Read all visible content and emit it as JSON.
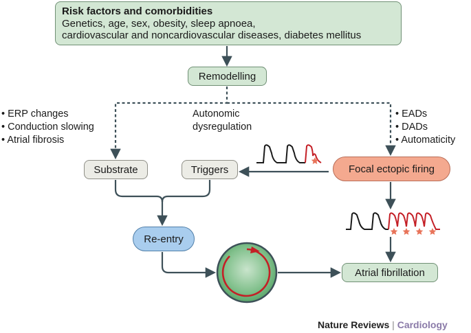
{
  "risk": {
    "title": "Risk factors and comorbidities",
    "lines": [
      "Genetics, age, sex, obesity, sleep apnoea,",
      "cardiovascular and noncardiovascular diseases, diabetes mellitus"
    ]
  },
  "nodes": {
    "remodelling": "Remodelling",
    "substrate": "Substrate",
    "triggers": "Triggers",
    "focal": "Focal ectopic firing",
    "reentry": "Re-entry",
    "af": "Atrial fibrillation"
  },
  "substrate_factors": [
    "ERP changes",
    "Conduction slowing",
    "Atrial fibrosis"
  ],
  "trigger_mechanisms": [
    "EADs",
    "DADs",
    "Automaticity"
  ],
  "autonomic": [
    "Autonomic",
    "dysregulation"
  ],
  "brand": {
    "publisher": "Nature Reviews",
    "separator": "|",
    "journal": "Cardiology"
  },
  "colors": {
    "arrow": "#3d5058",
    "green_box": "#d3e7d4",
    "grey_box": "#ecece6",
    "focal_box": "#f4a98f",
    "reentry_box": "#a9cdee",
    "trace_normal": "#1a1a1a",
    "trace_ectopic": "#c41f26",
    "star": "#e8745a"
  }
}
